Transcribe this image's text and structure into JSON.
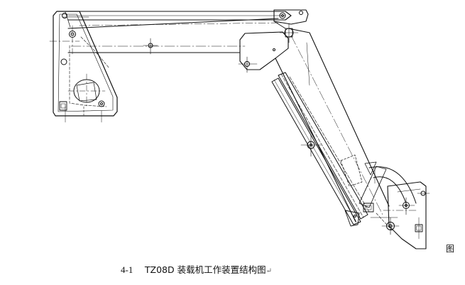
{
  "figure": {
    "side_char": "图",
    "caption_number": "4-1",
    "caption_title": "TZ08D 装载机工作装置结构图",
    "caption_mark": "↵"
  },
  "colors": {
    "ink": "#111111",
    "background": "#ffffff"
  }
}
